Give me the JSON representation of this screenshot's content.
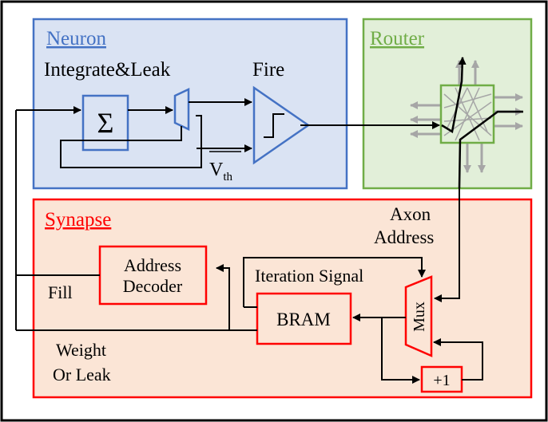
{
  "panels": {
    "neuron": {
      "title": "Neuron",
      "fill": "#dae3f3",
      "stroke": "#4472c4",
      "title_color": "#4472c4"
    },
    "router": {
      "title": "Router",
      "fill": "#e2efd9",
      "stroke": "#70ad47",
      "title_color": "#70ad47"
    },
    "synapse": {
      "title": "Synapse",
      "fill": "#fbe5d6",
      "stroke": "#ff0000",
      "title_color": "#ff0000"
    }
  },
  "neuron": {
    "integrate_leak_label": "Integrate&Leak",
    "fire_label": "Fire",
    "sum_symbol": "Σ",
    "vth_main": "V",
    "vth_sub": "th"
  },
  "synapse": {
    "axon_line1": "Axon",
    "axon_line2": "Address",
    "address_decoder_line1": "Address",
    "address_decoder_line2": "Decoder",
    "fill_label": "Fill",
    "iteration_signal_label": "Iteration Signal",
    "bram_label": "BRAM",
    "mux_label": "Mux",
    "plus_one_label": "+1",
    "weight_line1": "Weight",
    "weight_line2": "Or Leak"
  },
  "colors": {
    "wire": "#000000",
    "neuron_block": "#4472c4",
    "router_block": "#70ad47",
    "synapse_block": "#ff0000",
    "router_arrows": "#a6a6a6"
  }
}
